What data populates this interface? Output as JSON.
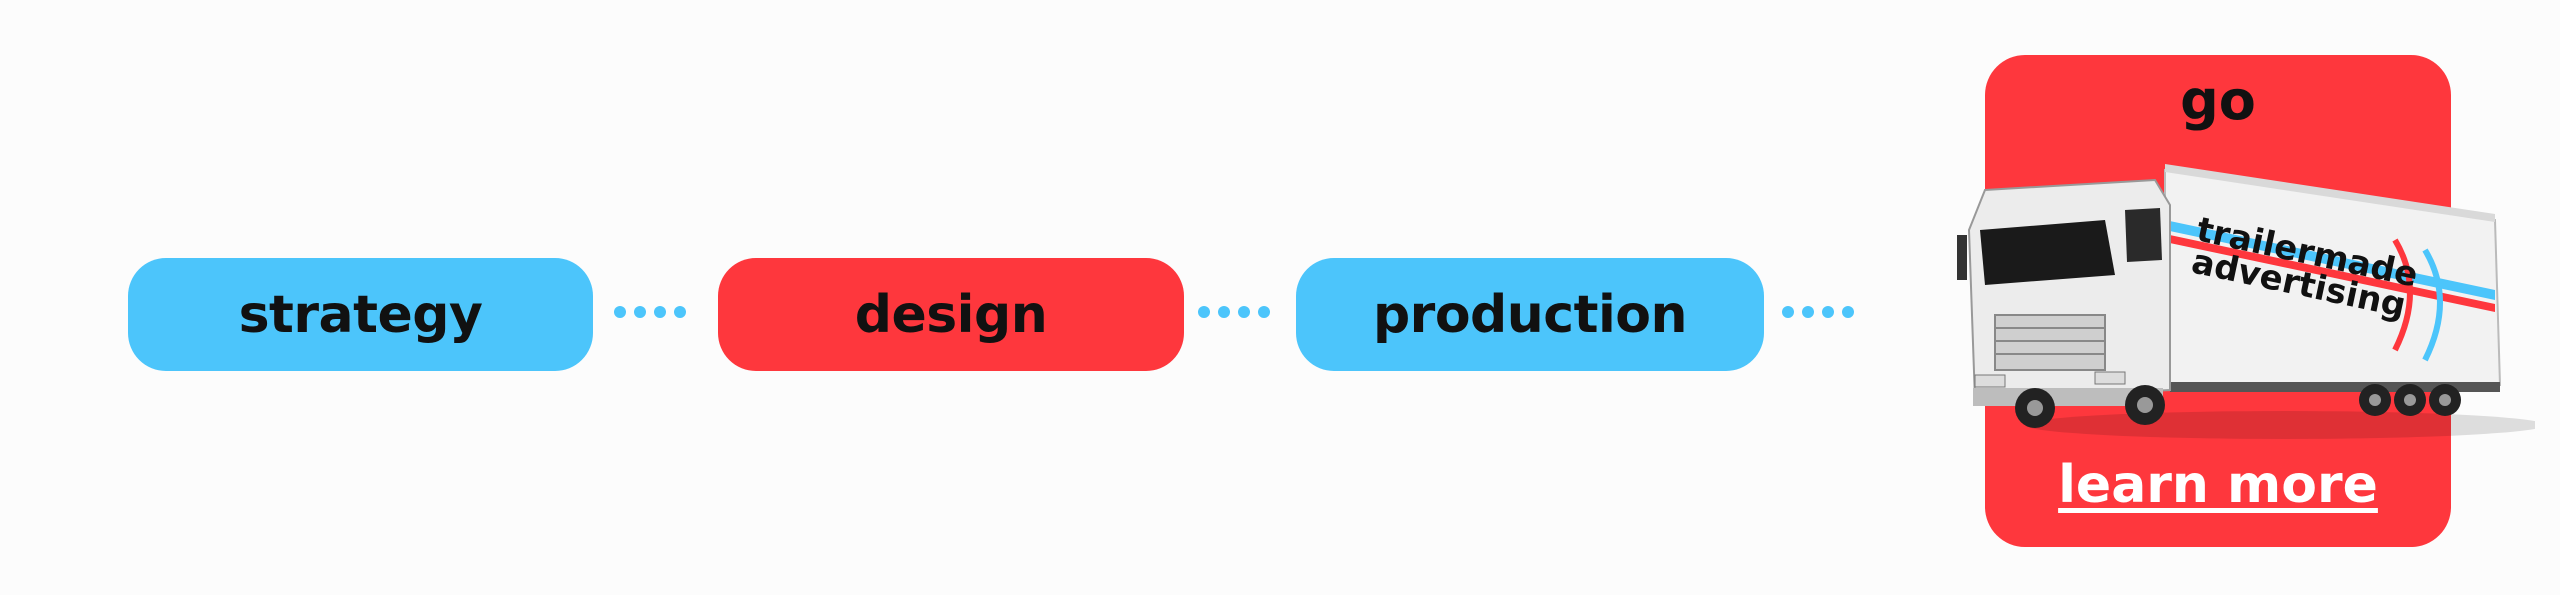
{
  "steps": [
    {
      "label": "strategy",
      "color": "#4cc5fb"
    },
    {
      "label": "design",
      "color": "#fe373d"
    },
    {
      "label": "production",
      "color": "#4cc5fb"
    }
  ],
  "connector_color": "#4cc5fb",
  "go_card": {
    "title": "go",
    "link_label": "learn more",
    "color": "#fe373d",
    "truck": {
      "brand_line1": "trailermade",
      "brand_line2": "advertising"
    }
  }
}
